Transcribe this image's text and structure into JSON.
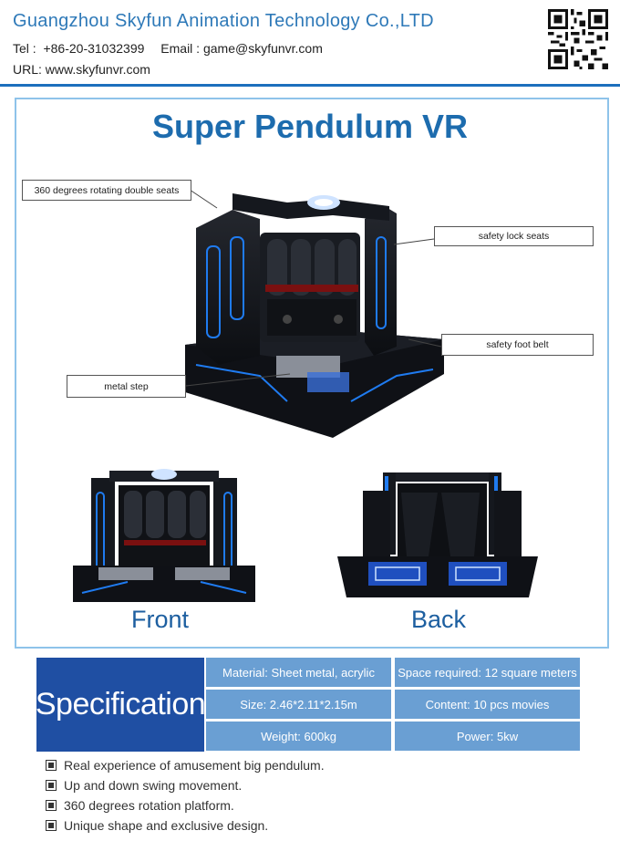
{
  "header": {
    "company": "Guangzhou Skyfun Animation Technology Co.,LTD",
    "tel": "Tel :  +86-20-31032399",
    "email": "Email : game@skyfunvr.com",
    "url": "URL: www.skyfunvr.com",
    "qr_icon": "qr-code-icon"
  },
  "product": {
    "title": "Super Pendulum VR",
    "callouts": {
      "rotating_seats": "360 degrees rotating double seats",
      "lock_seats": "safety lock seats",
      "foot_belt": "safety foot belt",
      "metal_step": "metal step"
    },
    "views": {
      "front": "Front",
      "back": "Back"
    },
    "colors": {
      "accent_blue": "#1d6cae",
      "machine_dark": "#111318",
      "led_blue": "#1f7bf0"
    }
  },
  "spec": {
    "title": "Specification",
    "cells": {
      "material": "Material: Sheet metal, acrylic",
      "space": "Space required: 12 square meters",
      "size": "Size: 2.46*2.11*2.15m",
      "content": "Content: 10 pcs movies",
      "weight": "Weight: 600kg",
      "power": "Power: 5kw"
    },
    "colors": {
      "title_bg": "#1f4fa3",
      "cell_bg": "#6a9fd3"
    }
  },
  "features": [
    "Real experience of amusement big pendulum.",
    "Up and down swing movement.",
    "360 degrees rotation platform.",
    "Unique shape and exclusive design."
  ]
}
